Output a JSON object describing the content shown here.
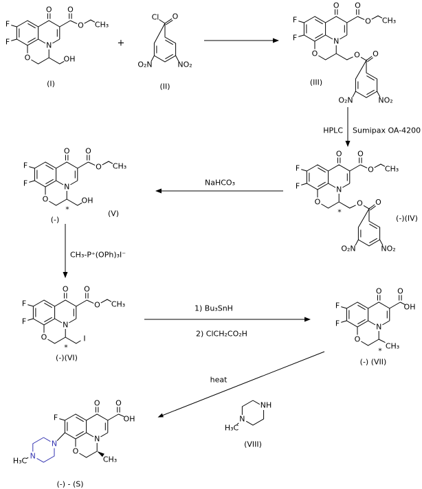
{
  "atoms": {
    "o": "O",
    "n": "N",
    "f": "F",
    "cl": "Cl",
    "i": "I",
    "oh": "OH",
    "nh": "NH",
    "ch3": "CH₃",
    "h3c": "H₃C",
    "no2": "NO₂",
    "o2n": "O₂N",
    "star": "*",
    "plus": "+"
  },
  "labels": {
    "c1": "(I)",
    "c2": "(II)",
    "c3": "(III)",
    "c4": "(-)(IV)",
    "c5m": "(-)",
    "c5": "(V)",
    "c6": "(-)(VI)",
    "c7": "(-) (VII)",
    "c8": "(VIII)",
    "prod": "(-) - (S)"
  },
  "reagents": {
    "hplc": "HPLC",
    "column": "Sumipax OA-4200",
    "nahco3": "NaHCO₃",
    "phosphonium": "CH₃-P⁺(OPh)₃I⁻",
    "step1": "1) Bu₃SnH",
    "step2": "2) ClCH₂CO₂H",
    "heat": "heat"
  },
  "colors": {
    "bond": "#000000",
    "piperazine": "#3232b0",
    "bg": "#ffffff"
  }
}
